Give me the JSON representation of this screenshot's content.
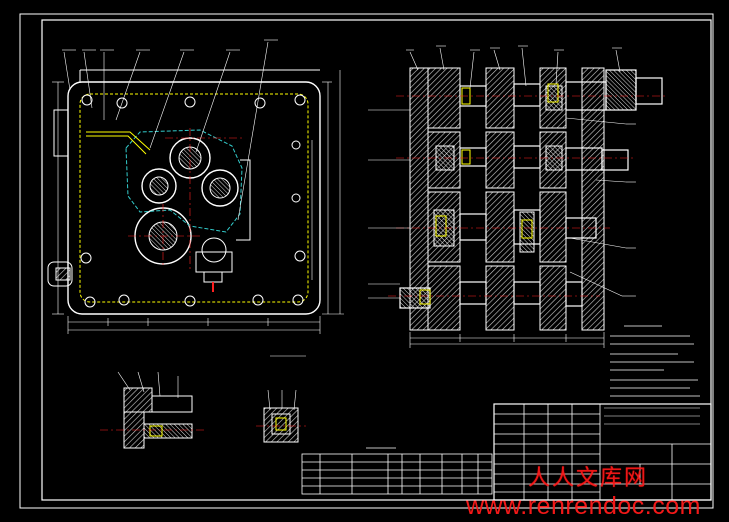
{
  "watermark": {
    "site_cn": "人人文库网",
    "site_url": "www.renrendoc.com",
    "color": "#ff1a1a"
  },
  "colors": {
    "background": "#000000",
    "frame": "#ffffff",
    "hatch": "#e0e0e0",
    "accent_yellow": "#ffff00",
    "accent_red": "#ff2020",
    "accent_cyan": "#33cccc"
  },
  "notes": {
    "tech_requirements_title": "技术要求"
  }
}
